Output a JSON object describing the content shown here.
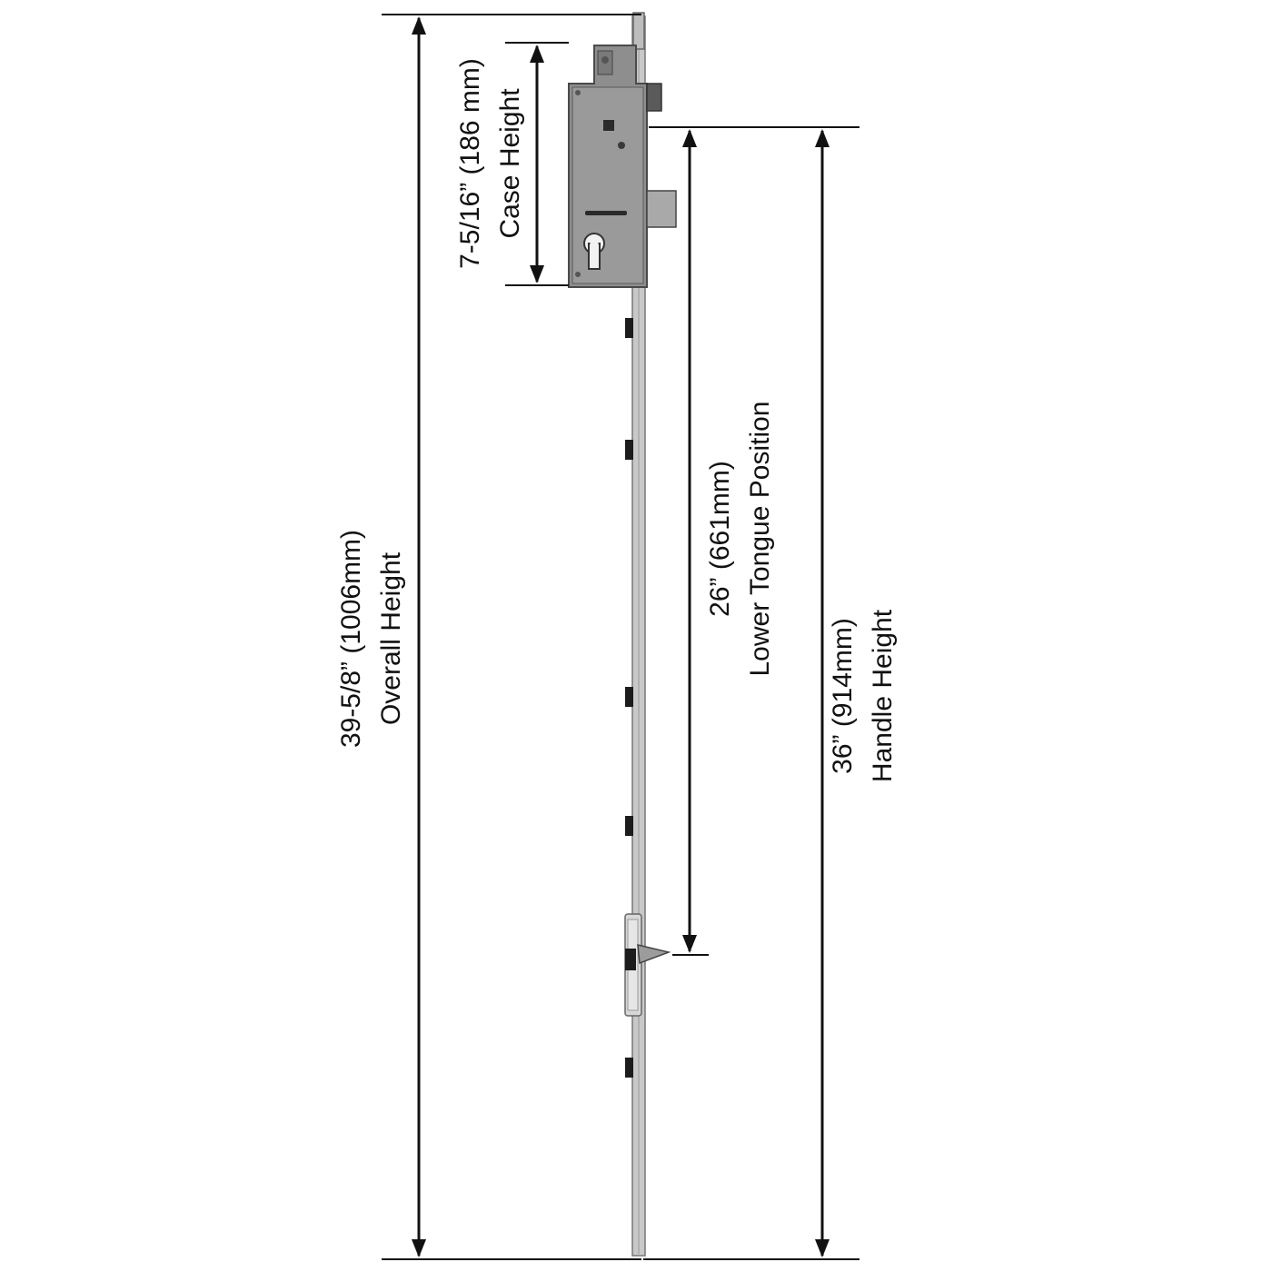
{
  "colors": {
    "line": "#111111",
    "lock_case": "#8f8f8f",
    "lock_case_dark": "#6f6f6f",
    "faceplate": "#c6c6c6",
    "tongue": "#1c1c1c",
    "background": "#ffffff"
  },
  "dimensions": {
    "overall": {
      "value": "39-5/8” (1006mm)",
      "label": "Overall Height"
    },
    "case": {
      "value": "7-5/16” (186 mm)",
      "label": "Case Height"
    },
    "lower_tongue": {
      "value": "26” (661mm)",
      "label": "Lower Tongue Position"
    },
    "handle": {
      "value": "36” (914mm)",
      "label": "Handle Height"
    }
  }
}
